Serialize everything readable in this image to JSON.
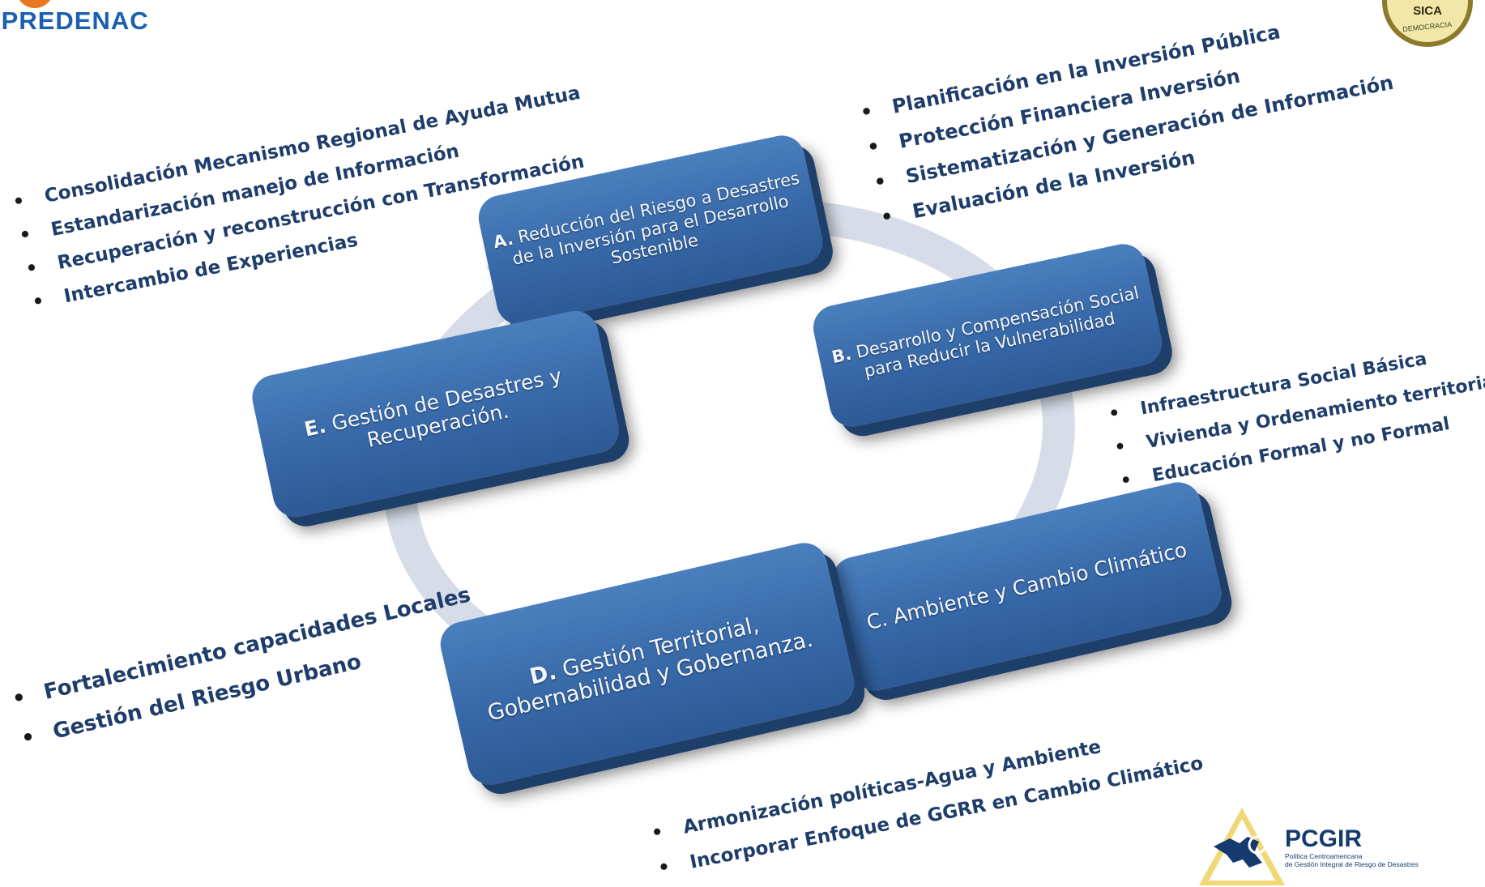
{
  "logos": {
    "left_text": "EPREDENAC",
    "right_top": "SICA",
    "right_bottom": "DEMOCRACIA",
    "pcgir_name": "PCGIR",
    "pcgir_line1": "Política Centroamericana",
    "pcgir_line2": "de Gestión Integral de Riesgo de Desastres"
  },
  "boxes": {
    "a": {
      "letter": "A.",
      "text": "Reducción del Riesgo a Desastres de la Inversión para el Desarrollo Sostenible"
    },
    "b": {
      "letter": "B.",
      "text": "Desarrollo y Compensación Social para Reducir la Vulnerabilidad"
    },
    "c": {
      "letter": "C.",
      "text": "Ambiente y Cambio Climático"
    },
    "d": {
      "letter": "D.",
      "text": "Gestión Territorial, Gobernabilidad y Gobernanza."
    },
    "e": {
      "letter": "E.",
      "text": "Gestión de Desastres y Recuperación."
    }
  },
  "lists": {
    "top_left": [
      "Consolidación Mecanismo Regional de Ayuda Mutua",
      "Estandarización manejo de Información",
      "Recuperación y reconstrucción con Transformación",
      "Intercambio de Experiencias"
    ],
    "top_right": [
      "Planificación en la Inversión Pública",
      "Protección Financiera Inversión",
      "Sistematización y Generación de Información",
      "Evaluación de la Inversión"
    ],
    "right": [
      "Infraestructura Social Básica",
      "Vivienda y Ordenamiento territorial",
      "Educación Formal y no Formal"
    ],
    "bottom_left": [
      "Fortalecimiento capacidades Locales",
      "Gestión del Riesgo Urbano"
    ],
    "bottom": [
      "Armonización políticas-Agua y Ambiente",
      "Incorporar Enfoque de GGRR en Cambio Climático"
    ]
  },
  "colors": {
    "box": "#3a6dae",
    "ring": "#d6dde8",
    "list_text": "#1f3d6b",
    "accent_orange": "#e8771e"
  }
}
